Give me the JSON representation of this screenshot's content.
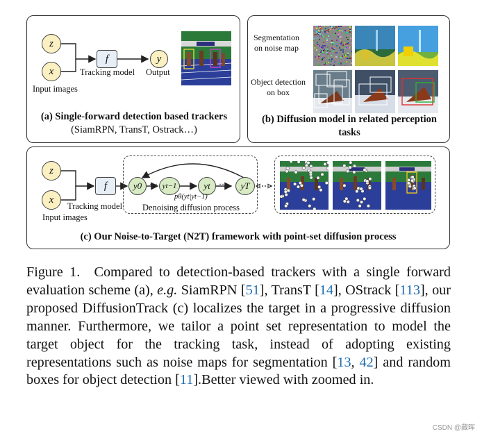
{
  "panel_a": {
    "node_z": "z",
    "node_x": "x",
    "node_f": "f",
    "node_y": "y",
    "label_input": "Input images",
    "label_tracking": "Tracking model",
    "label_output": "Output",
    "caption_bold": "(a) Single-forward detection based trackers",
    "caption_rest": " (SiamRPN, TransT, Ostrack…)"
  },
  "panel_b": {
    "label_segmentation": "Segmentation\non noise map",
    "label_detection": "Object detection\non box",
    "caption": "(b) Diffusion model in related perception tasks"
  },
  "panel_c": {
    "node_z": "z",
    "node_x": "x",
    "node_f": "f",
    "node_y0": "y0",
    "node_yt1": "yt−1",
    "node_yt": "yt",
    "node_yT": "yT",
    "dots": "···",
    "formula": "pθ(yt|yt−1)",
    "label_tracking": "Tracking model",
    "label_input": "Input images",
    "label_denoise": "Denoising diffusion process",
    "caption": "(c) Our Noise-to-Target (N2T) framework with point-set diffusion process"
  },
  "figure_caption": {
    "p1": "Figure 1. Compared to detection-based trackers with a single forward evaluation scheme (a), ",
    "eg": "e.g.",
    "p2": " SiamRPN [",
    "r1": "51",
    "p3": "], TransT [",
    "r2": "14",
    "p4": "], OStrack [",
    "r3": "113",
    "p5": "], our proposed DiffusionTrack (c) localizes the target in a progressive diffusion manner. Furthermore, we tailor a point set representation to model the target object for the tracking task, instead of adopting existing representations such as noise maps for segmentation [",
    "r4": "13",
    "p6": ", ",
    "r5": "42",
    "p7": "] and random boxes for object detection [",
    "r6": "11",
    "p8": "].Better viewed with zoomed in."
  },
  "watermark": "CSDN @藏晖",
  "colors": {
    "node_yellow": "#fbf0c2",
    "node_green": "#d8ebc4",
    "box_blue": "#e8eef5",
    "link_blue": "#1a6bb0"
  }
}
